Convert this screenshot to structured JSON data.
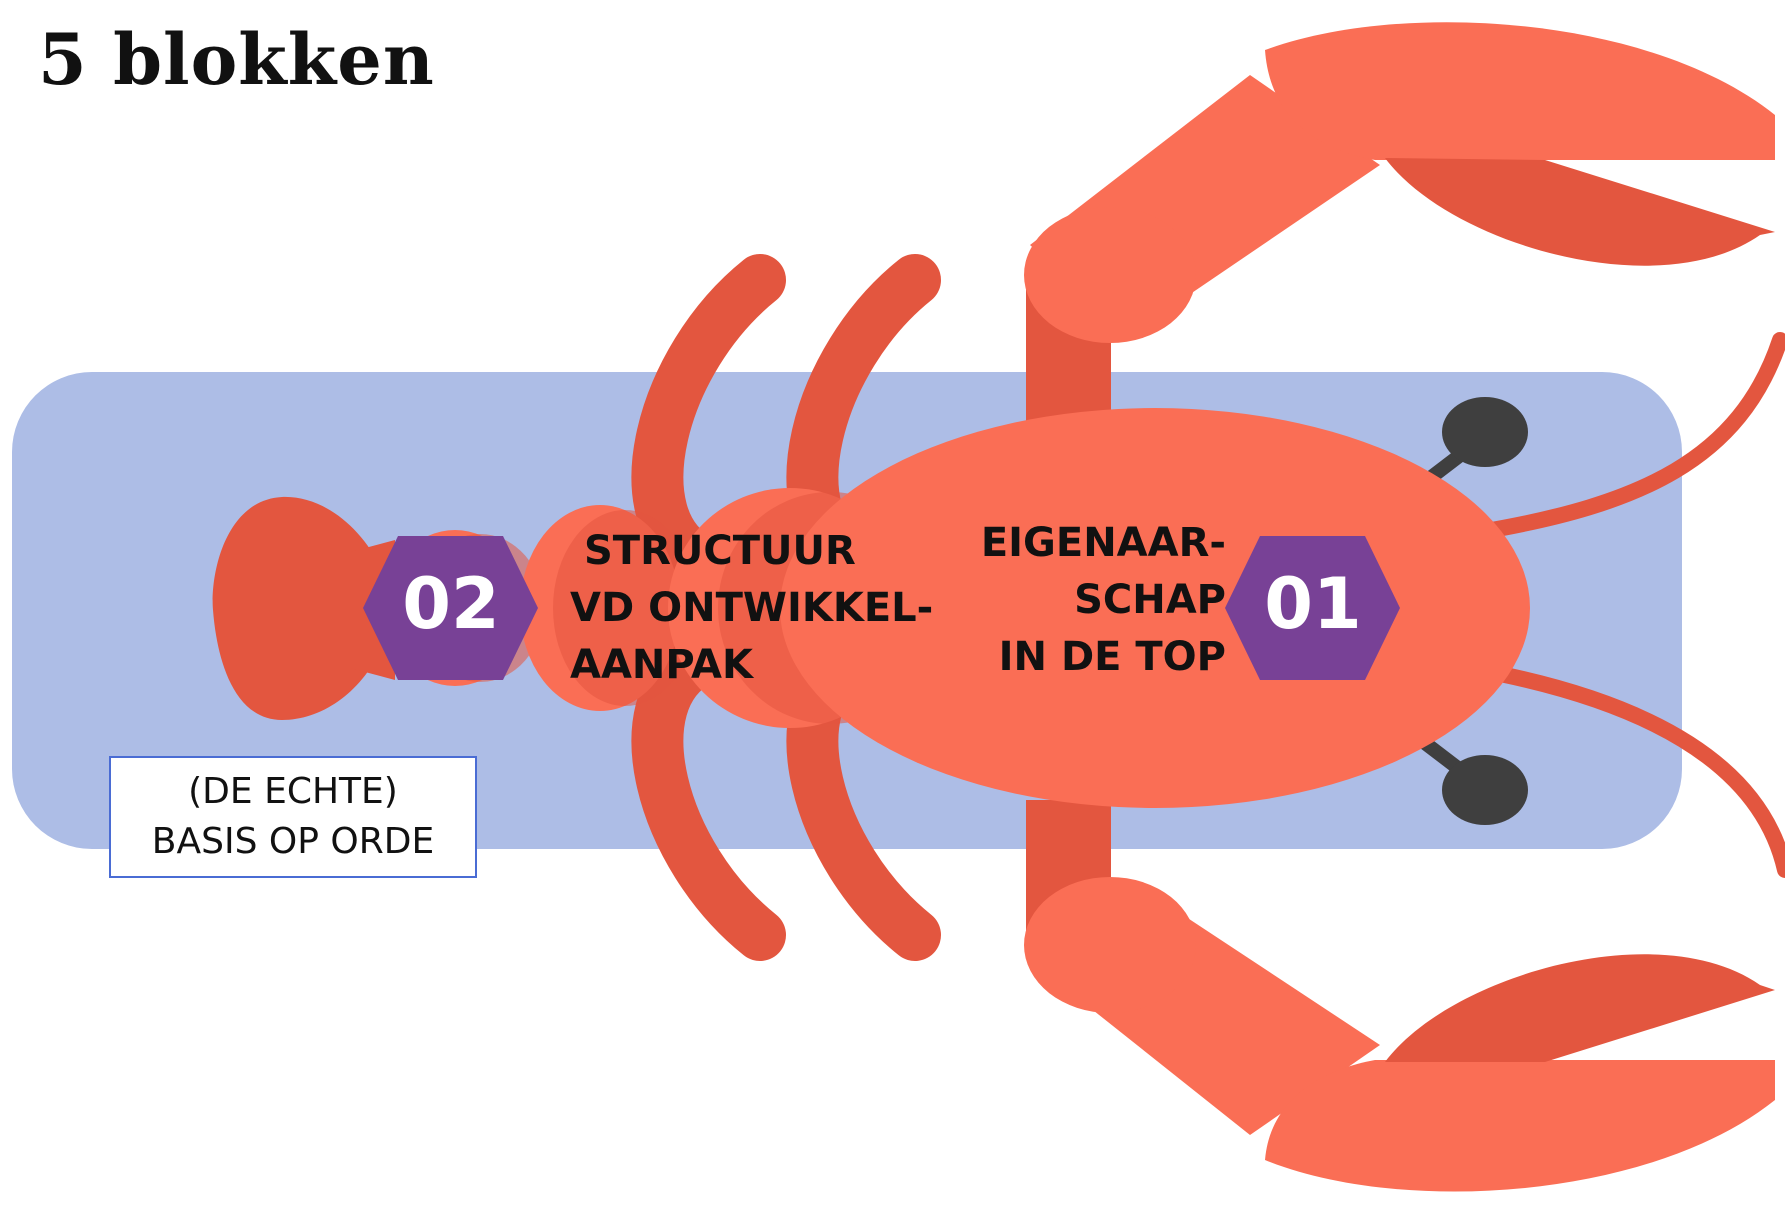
{
  "title": "5 blokken",
  "colors": {
    "band": "#adbde6",
    "lobster_light": "#fa6e55",
    "lobster_dark": "#e3563f",
    "eye": "#3f3f3f",
    "hexagon": "#784196",
    "box_border": "#4a6cd4"
  },
  "blocks": [
    {
      "number": "01",
      "lines": [
        "EIGENAAR-",
        "SCHAP",
        "IN DE TOP"
      ]
    },
    {
      "number": "02",
      "lines": [
        "STRUCTUUR",
        "VD ONTWIKKEL-",
        "AANPAK"
      ]
    }
  ],
  "basis": {
    "lines": [
      "(DE ECHTE)",
      "BASIS OP ORDE"
    ]
  }
}
